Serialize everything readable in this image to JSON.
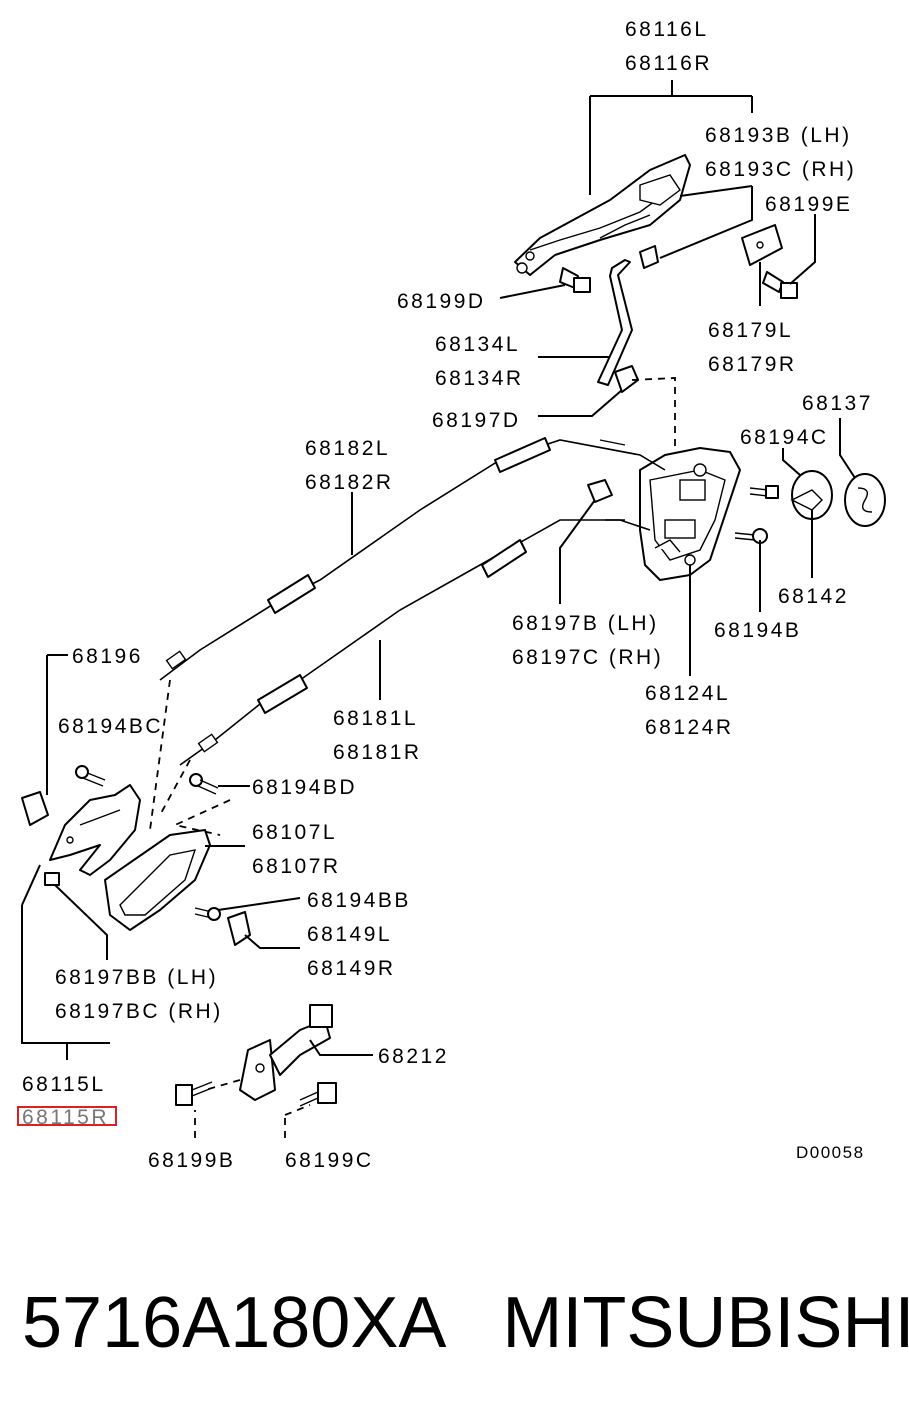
{
  "labels": {
    "p68116L": "68116L",
    "p68116R": "68116R",
    "p68193B": "68193B (LH)",
    "p68193C": "68193C (RH)",
    "p68199E": "68199E",
    "p68199D": "68199D",
    "p68179L": "68179L",
    "p68179R": "68179R",
    "p68134L": "68134L",
    "p68134R": "68134R",
    "p68197D": "68197D",
    "p68137": "68137",
    "p68194C": "68194C",
    "p68182L": "68182L",
    "p68182R": "68182R",
    "p68142": "68142",
    "p68197B": "68197B (LH)",
    "p68197C": "68197C (RH)",
    "p68194B": "68194B",
    "p68196": "68196",
    "p68124L": "68124L",
    "p68124R": "68124R",
    "p68194BC": "68194BC",
    "p68181L": "68181L",
    "p68181R": "68181R",
    "p68194BD": "68194BD",
    "p68107L": "68107L",
    "p68107R": "68107R",
    "p68194BB": "68194BB",
    "p68149L": "68149L",
    "p68149R": "68149R",
    "p68197BB": "68197BB (LH)",
    "p68197BC": "68197BC (RH)",
    "p68115L": "68115L",
    "p68115R": "68115R",
    "p68212": "68212",
    "p68199B": "68199B",
    "p68199C": "68199C",
    "diagramCode": "D00058"
  },
  "footer": {
    "text": "5716A180XA   MITSUBISHI"
  },
  "highlight": {
    "part": "68115R",
    "color": "#e02020"
  }
}
